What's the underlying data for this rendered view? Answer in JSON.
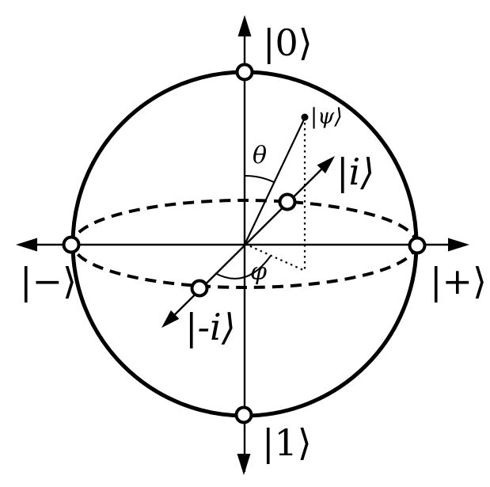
{
  "figure": {
    "type": "bloch-sphere-diagram"
  },
  "labels": {
    "ket_0": "|0⟩",
    "ket_1": "|1⟩",
    "ket_plus": "|+⟩",
    "ket_minus": "|−⟩",
    "ket_i": "|i⟩",
    "ket_minus_i": "|-i⟩",
    "state_psi": "|ψ⟩",
    "theta": "θ",
    "phi": "φ"
  },
  "colors": {
    "ink": "#000000",
    "background": "#ffffff"
  }
}
